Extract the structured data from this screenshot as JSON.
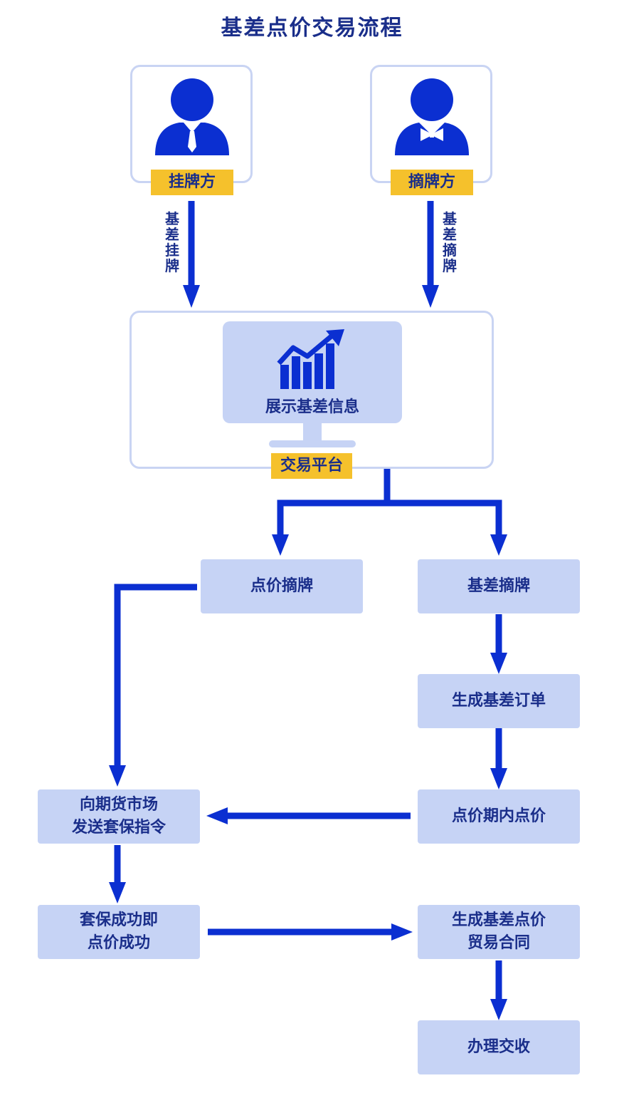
{
  "title": "基差点价交易流程",
  "roles": {
    "left": "挂牌方",
    "right": "摘牌方"
  },
  "arrows": {
    "left_label": "基差挂牌",
    "right_label": "基差摘牌"
  },
  "platform": {
    "screen_text": "展示基差信息",
    "tag": "交易平台"
  },
  "steps": {
    "pricing_delist": "点价摘牌",
    "basis_delist": "基差摘牌",
    "gen_basis_order": "生成基差订单",
    "pricing_in_period": "点价期内点价",
    "send_hedge": "向期货市场\n发送套保指令",
    "hedge_success": "套保成功即\n点价成功",
    "gen_contract": "生成基差点价\n贸易合同",
    "delivery": "办理交收"
  },
  "colors": {
    "primary": "#0b2fd1",
    "box_fill": "#c6d3f5",
    "tag_fill": "#f5c12c",
    "text": "#1a2e8a"
  }
}
